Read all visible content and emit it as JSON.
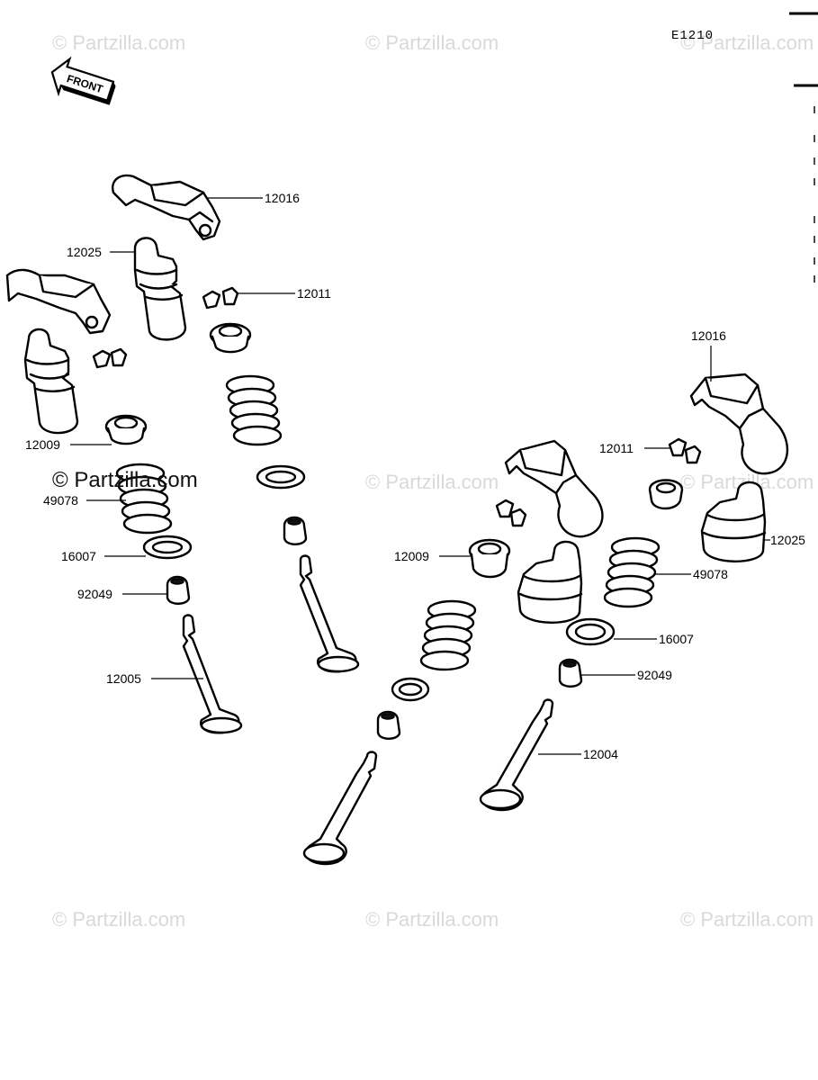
{
  "diagram": {
    "code": "E1210",
    "front_label": "FRONT",
    "watermark": "© Partzilla.com",
    "parts": [
      {
        "id": "p12016a",
        "label": "12016"
      },
      {
        "id": "p12025a",
        "label": "12025"
      },
      {
        "id": "p12011a",
        "label": "12011"
      },
      {
        "id": "p12009a",
        "label": "12009"
      },
      {
        "id": "p49078a",
        "label": "49078"
      },
      {
        "id": "p16007a",
        "label": "16007"
      },
      {
        "id": "p92049a",
        "label": "92049"
      },
      {
        "id": "p12005",
        "label": "12005"
      },
      {
        "id": "p12016b",
        "label": "12016"
      },
      {
        "id": "p12011b",
        "label": "12011"
      },
      {
        "id": "p12009b",
        "label": "12009"
      },
      {
        "id": "p12025b",
        "label": "12025"
      },
      {
        "id": "p49078b",
        "label": "49078"
      },
      {
        "id": "p16007b",
        "label": "16007"
      },
      {
        "id": "p92049b",
        "label": "92049"
      },
      {
        "id": "p12004",
        "label": "12004"
      }
    ]
  }
}
